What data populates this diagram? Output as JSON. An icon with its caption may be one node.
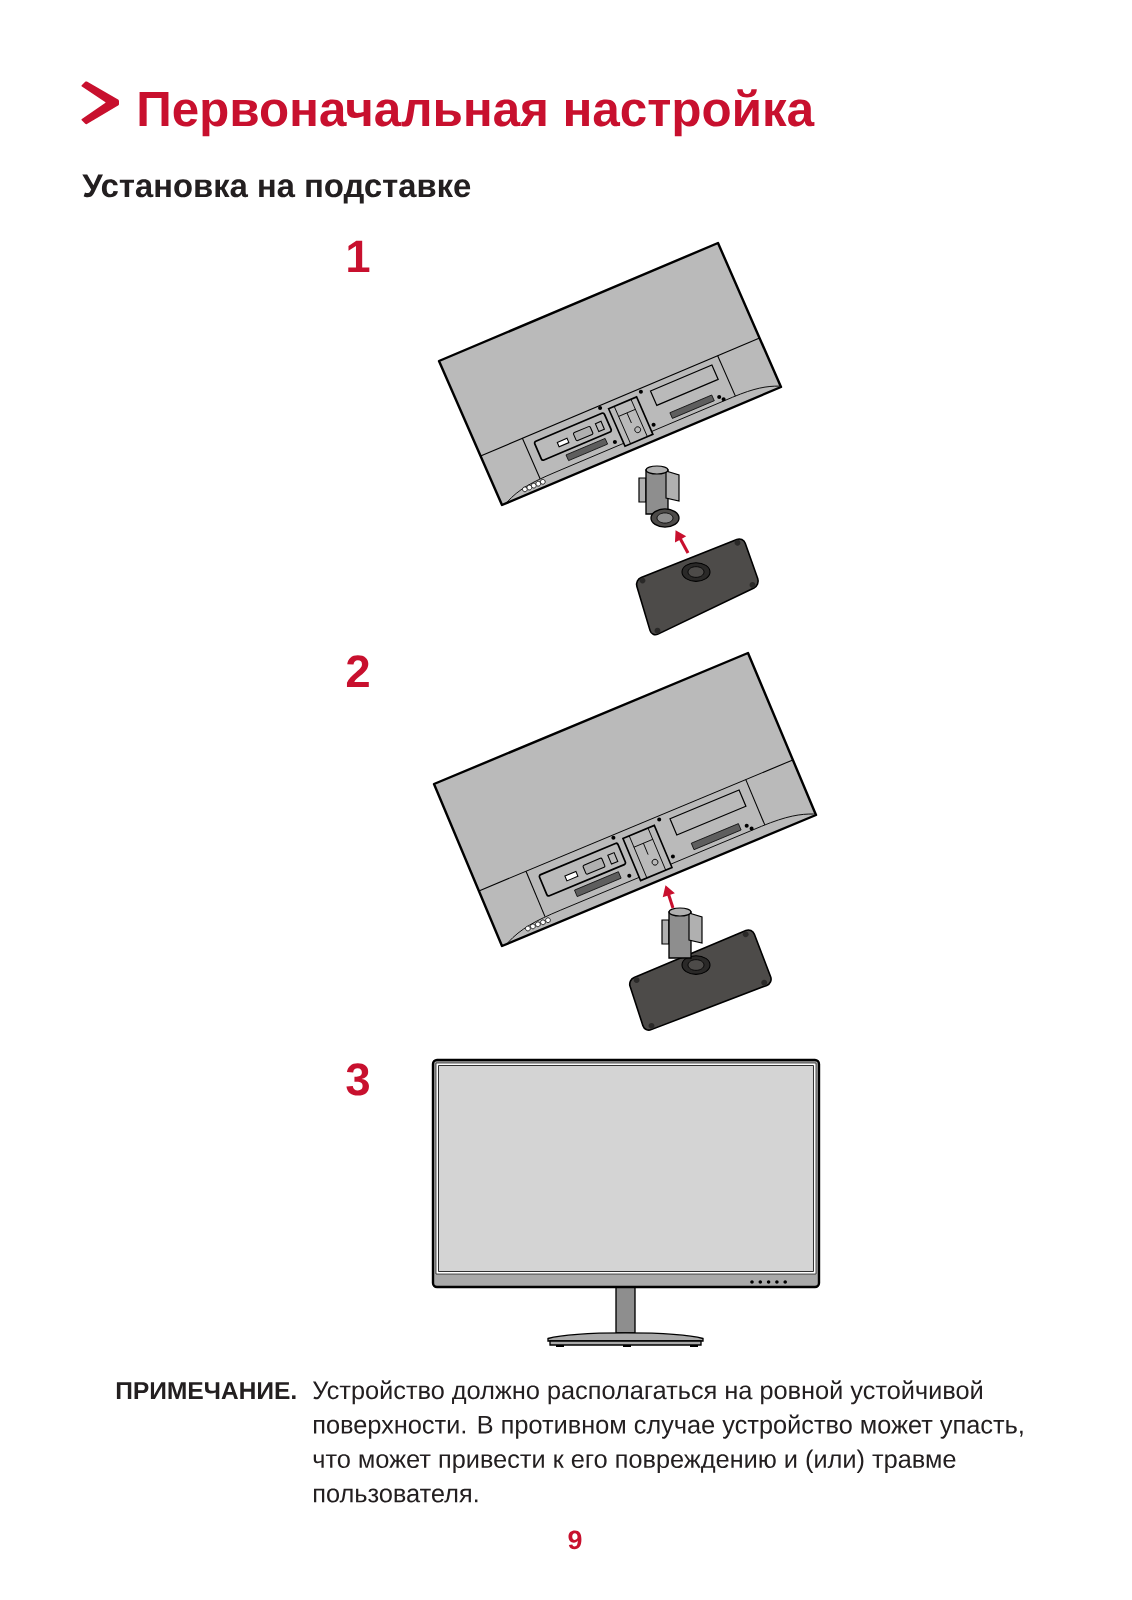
{
  "diagram": {
    "title": "Первоначальная настройка",
    "labels": [
      "Установка на подставке",
      "1",
      "2",
      "3",
      "ПРИМЕЧАНИЕ.",
      "Устройство должно располагаться на ровной устойчивой поверхности. В противном случае устройство может упасть, что может привести к его повреждению и (или) травме пользователя.",
      "9"
    ]
  }
}
